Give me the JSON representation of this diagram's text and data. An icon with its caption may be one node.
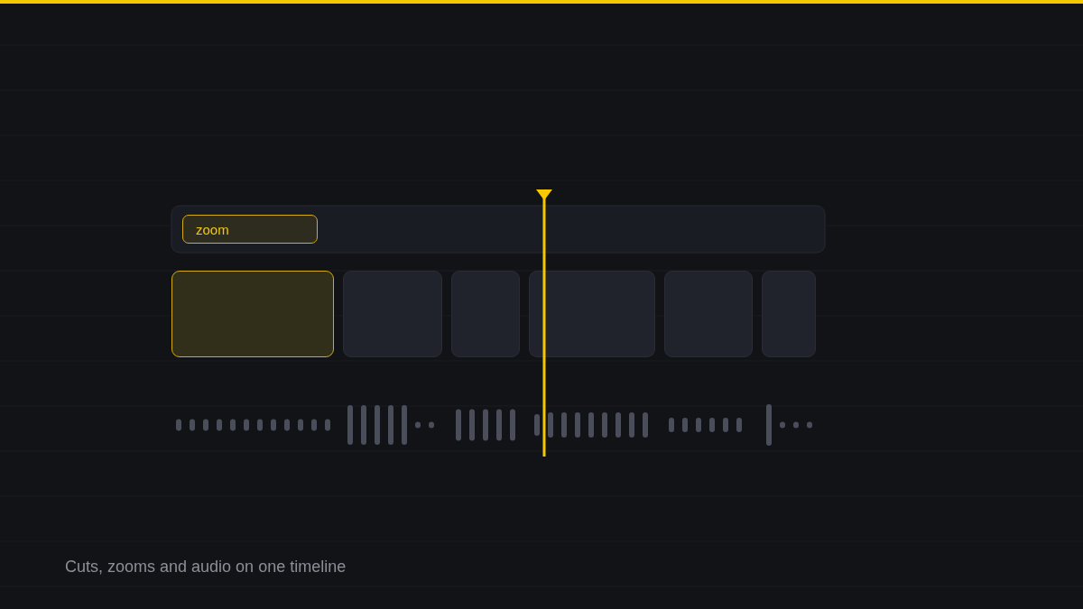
{
  "diagram": {
    "caption": "Cuts, zooms and audio on one timeline",
    "nodes": [
      {
        "text": [
          "zoom"
        ]
      },
      {
        "text": [],
        "shape": "box"
      },
      {
        "text": [],
        "shape": "box"
      },
      {
        "text": [],
        "shape": "box"
      },
      {
        "text": [],
        "shape": "box"
      },
      {
        "text": [],
        "shape": "box"
      },
      {
        "text": [],
        "shape": "box"
      }
    ]
  }
}
